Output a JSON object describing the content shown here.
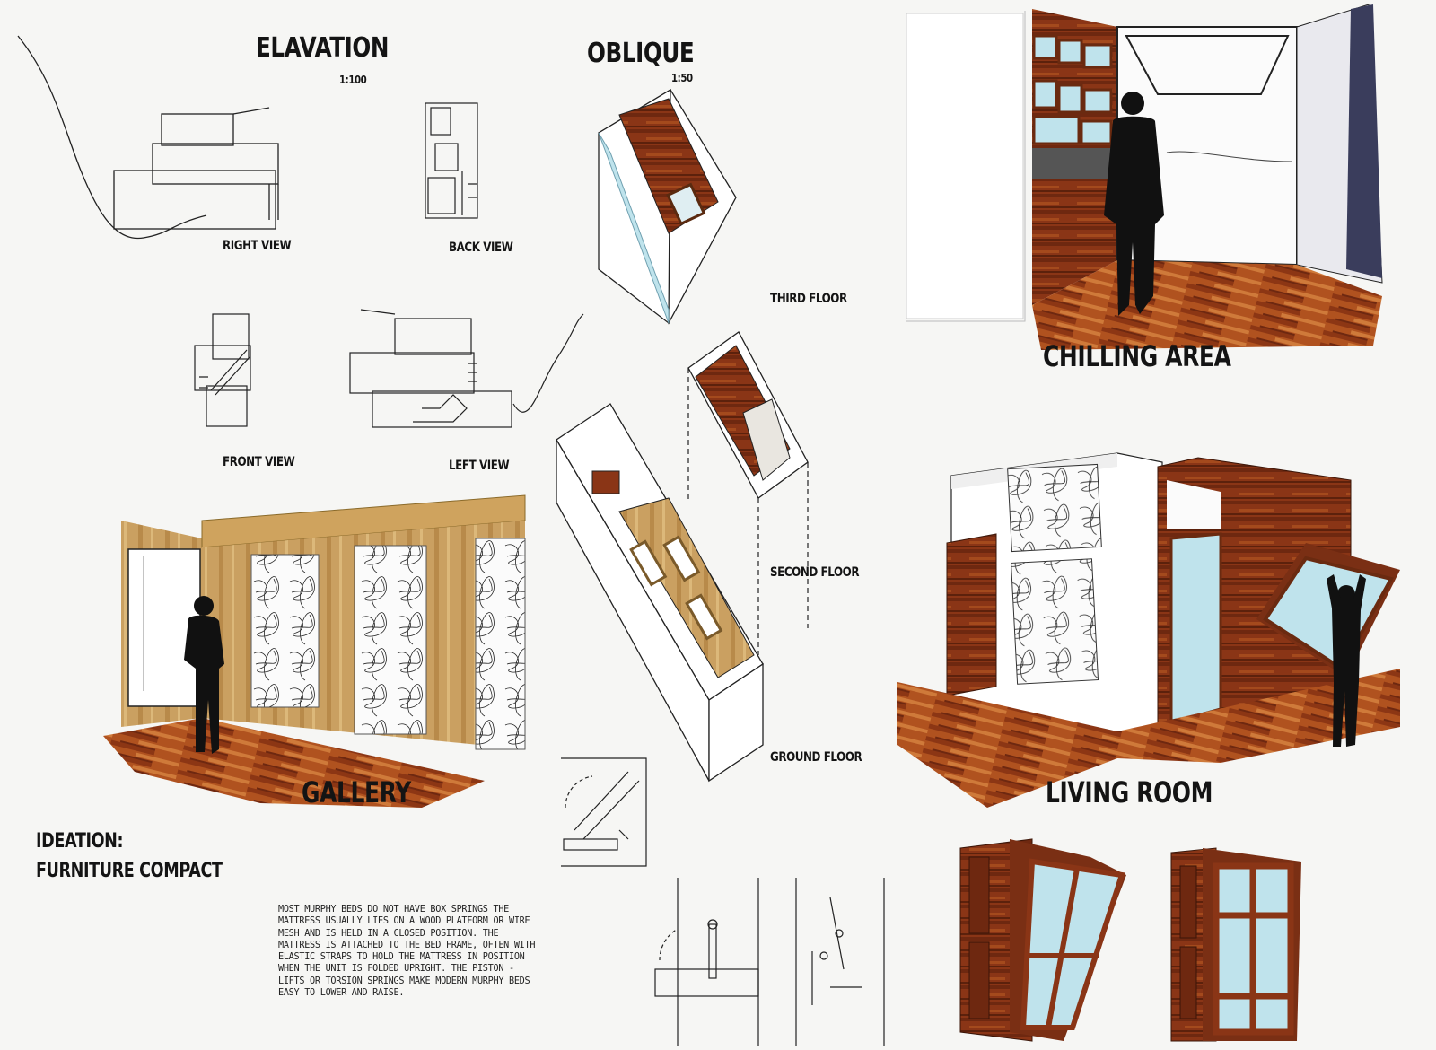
{
  "board": {
    "sections": {
      "elevation": {
        "title": "ELAVATION",
        "scale": "1:100"
      },
      "oblique": {
        "title": "OBLIQUE",
        "scale": "1:50"
      }
    },
    "views": {
      "right": "RIGHT VIEW",
      "back": "BACK VIEW",
      "front": "FRONT VIEW",
      "left": "LEFT VIEW"
    },
    "floors": {
      "third": "THIRD FLOOR",
      "second": "SECOND FLOOR",
      "ground": "GROUND FLOOR"
    },
    "rooms": {
      "chilling": "CHILLING AREA",
      "gallery": "GALLERY",
      "living": "LIVING ROOM"
    },
    "ideation": {
      "line1": "IDEATION:",
      "line2": "FURNITURE COMPACT"
    },
    "note": "Most Murphy beds do not have box springs the mattress usually lies on a wood platform or wire mesh and is held in a closed position. The mattress is attached to the bed frame, often with elastic straps to hold the mattress in position when the unit is folded upright. The piston - lifts or torsion springs make modern Murphy beds easy to lower and raise."
  },
  "colors": {
    "paper": "#f6f6f4",
    "ink": "#141414",
    "wood_dark": "#7a2f14",
    "wood_mid": "#a9501f",
    "wood_light": "#c99a55",
    "glass": "#bfe3ec",
    "silhouette": "#111111"
  }
}
